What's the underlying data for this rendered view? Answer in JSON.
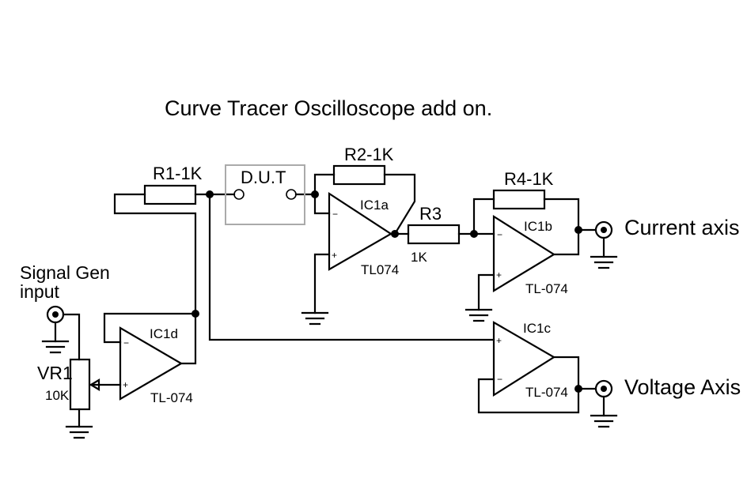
{
  "diagram": {
    "title": "Curve Tracer Oscilloscope add on.",
    "labels": {
      "r1": "R1-1K",
      "dut": "D.U.T",
      "r2": "R2-1K",
      "r3": "R3",
      "r3_value": "1K",
      "r4": "R4-1K",
      "ic1a": "IC1a",
      "ic1a_part": "TL074",
      "ic1b": "IC1b",
      "ic1b_part": "TL-074",
      "ic1c": "IC1c",
      "ic1c_part": "TL-074",
      "ic1d": "IC1d",
      "ic1d_part": "TL-074",
      "signal_gen_line1": "Signal Gen",
      "signal_gen_line2": "input",
      "vr1": "VR1",
      "vr1_value": "10K",
      "current_axis": "Current axis",
      "voltage_axis": "Voltage Axis",
      "minus": "−",
      "plus": "+"
    }
  }
}
